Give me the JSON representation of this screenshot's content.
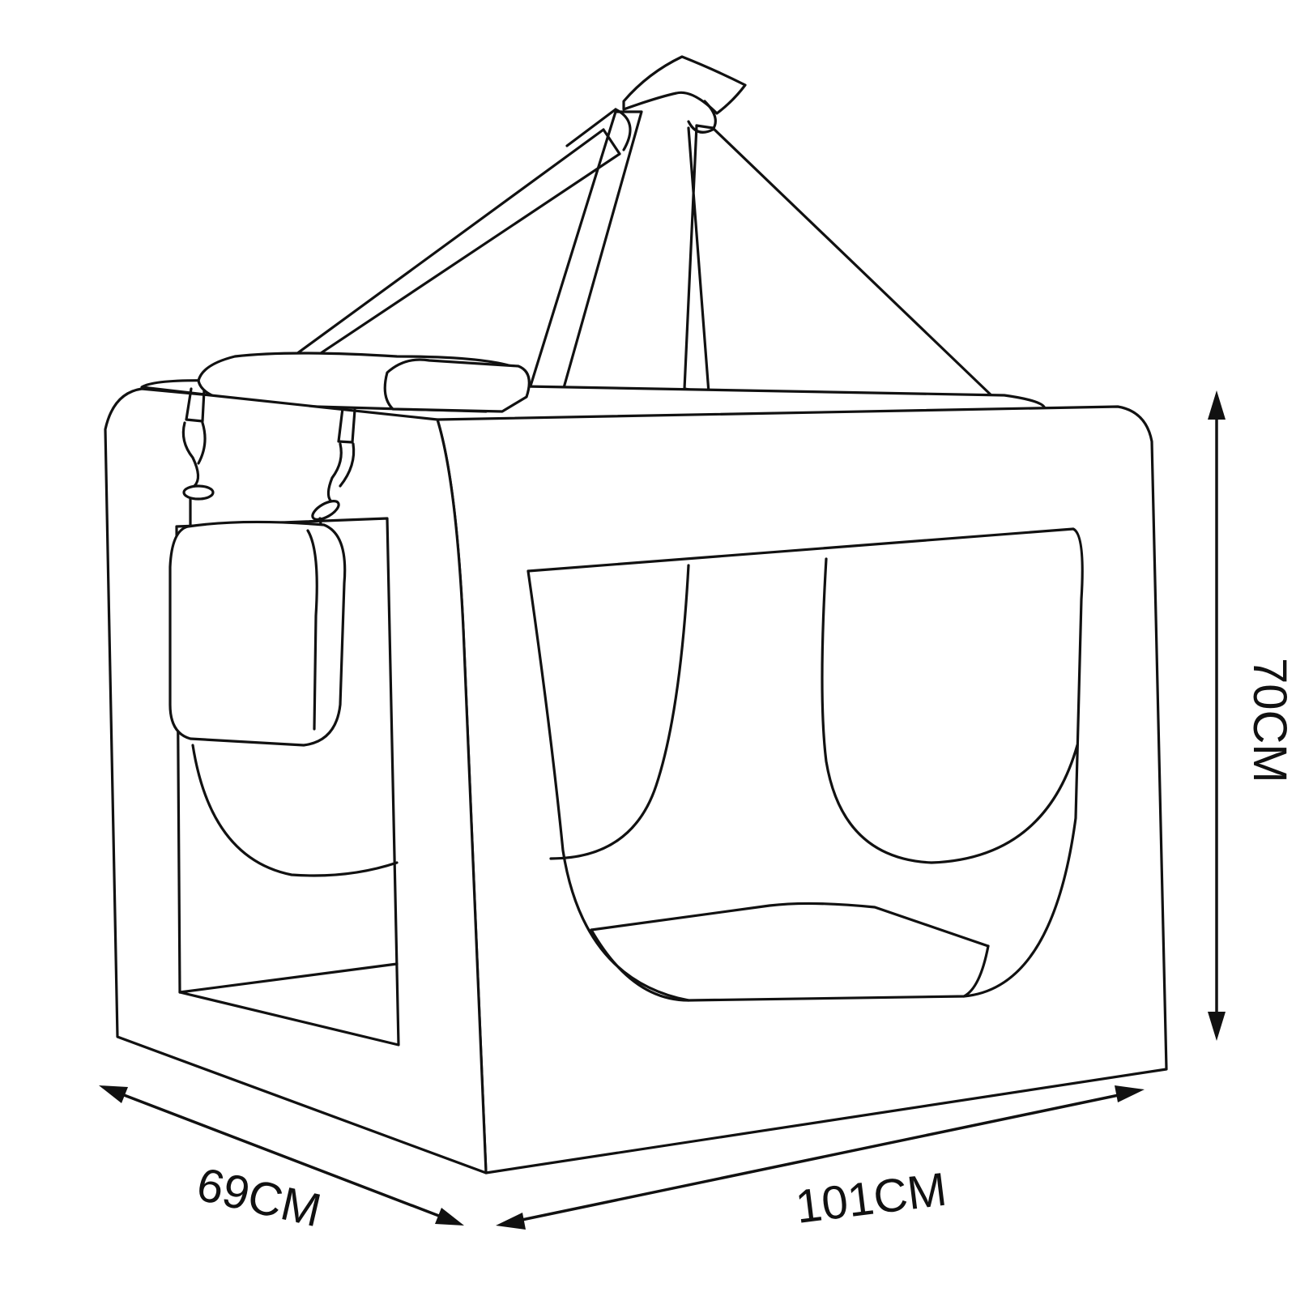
{
  "figure": {
    "subject_icon": "pet-carrier-crate-line-drawing",
    "colors": {
      "line": "#111111",
      "background": "#ffffff"
    }
  },
  "dimensions": {
    "depth": {
      "value": 69,
      "unit": "CM",
      "label": "69CM"
    },
    "width": {
      "value": 101,
      "unit": "CM",
      "label": "101CM"
    },
    "height": {
      "value": 70,
      "unit": "CM",
      "label": "70CM"
    }
  }
}
